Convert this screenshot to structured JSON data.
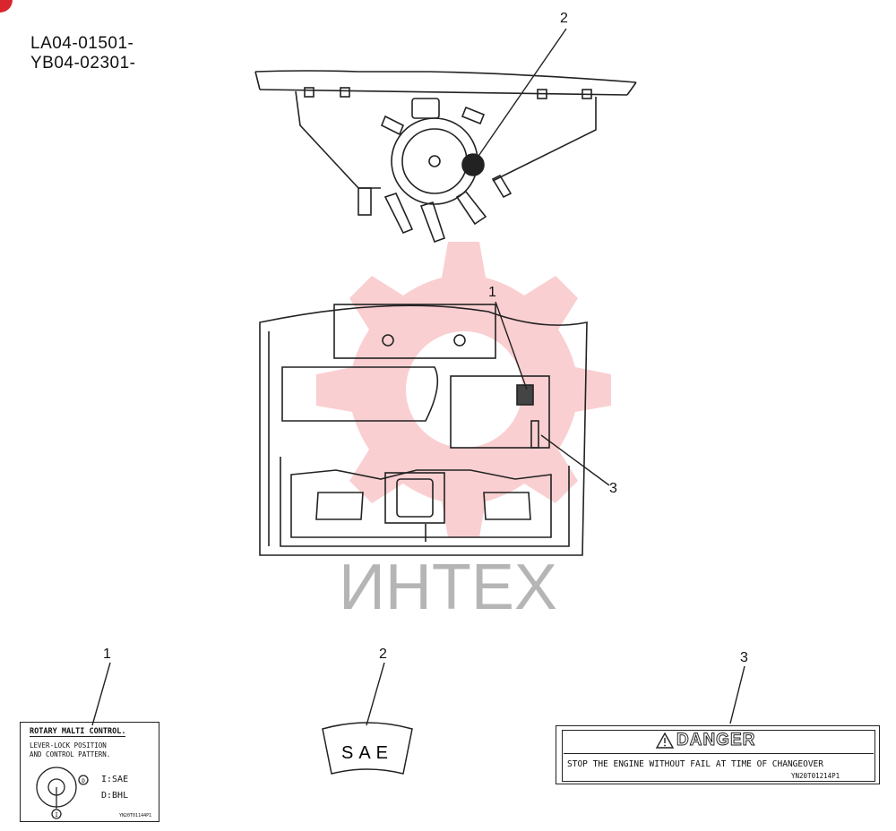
{
  "serials": [
    "LA04-01501-",
    "YB04-02301-"
  ],
  "callouts": [
    "1",
    "2",
    "3"
  ],
  "watermark": {
    "text": "ИНТЕХ",
    "color": "#e8262e"
  },
  "labels": {
    "label1": {
      "title": "ROTARY MALTI CONTROL.",
      "line1": "LEVER-LOCK POSITION",
      "line2": "AND CONTROL PATTERN.",
      "opt1": "I:SAE",
      "opt2": "D:BHL",
      "marker_d": "D",
      "marker_i": "I",
      "partno": "YN20T01144P1"
    },
    "label2": {
      "text": "SAE"
    },
    "label3": {
      "heading": "DANGER",
      "body": "STOP THE ENGINE WITHOUT FAIL AT TIME OF CHANGEOVER",
      "partno": "YN20T01214P1"
    }
  },
  "colors": {
    "line": "#222222",
    "watermark_red": "#e8262e",
    "brand_dot": "#d9262e"
  }
}
